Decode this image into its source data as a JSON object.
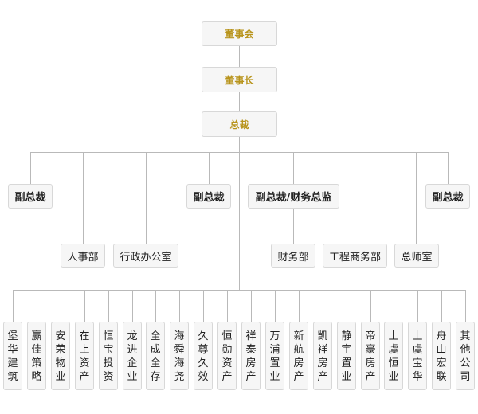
{
  "top": {
    "board": "董事会",
    "chairman": "董事长",
    "president": "总裁"
  },
  "tier2": {
    "vp1": "副总裁",
    "vp2": "副总裁",
    "vp_finance": "副总裁/财务总监",
    "vp3": "副总裁"
  },
  "tier3": {
    "hr": "人事部",
    "admin_office": "行政办公室",
    "finance": "财务部",
    "engineering": "工程商务部",
    "chief_engineer": "总师室"
  },
  "companies": [
    "堡华建筑",
    "赢佳策略",
    "安荣物业",
    "在上资产",
    "恒宝投资",
    "龙进企业",
    "全成全存",
    "海舜海尧",
    "久尊久效",
    "恒勋资产",
    "祥泰房产",
    "万浦置业",
    "新航房产",
    "凯祥房产",
    "静宇置业",
    "帝豪房产",
    "上虞恒业",
    "上虞宝华",
    "舟山宏联",
    "其他公司"
  ]
}
